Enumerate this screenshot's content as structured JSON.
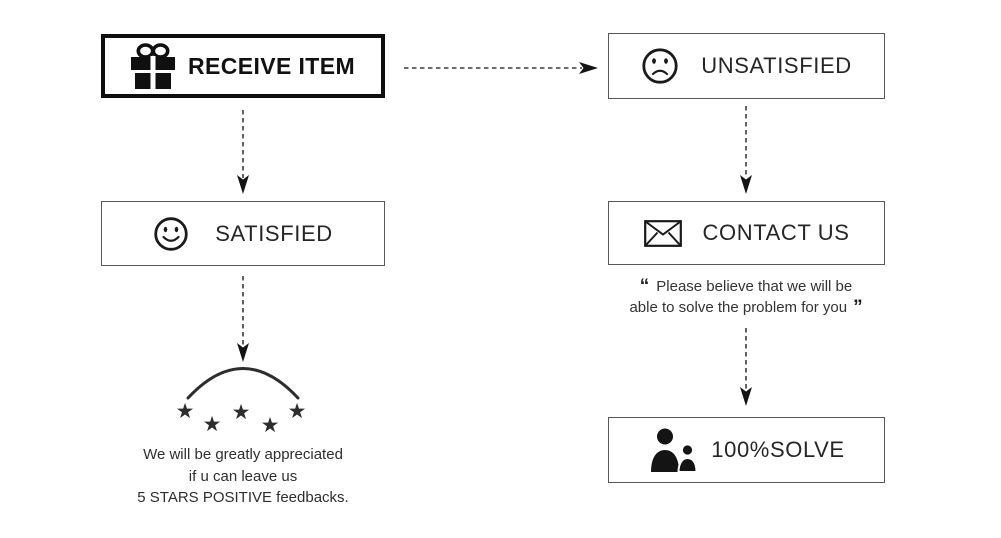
{
  "colors": {
    "background": "#ffffff",
    "ink": "#1d1d1d",
    "thick_border": "#0e0e0e",
    "thin_border": "#595959",
    "arrow": "#3c3c3c",
    "small_text": "#333333"
  },
  "nodes": {
    "receive": {
      "label": "RECEIVE ITEM",
      "icon": "gift-icon"
    },
    "unsatisfied": {
      "label": "UNSATISFIED",
      "icon": "sad-face-icon"
    },
    "satisfied": {
      "label": "SATISFIED",
      "icon": "smiley-face-icon"
    },
    "contact": {
      "label": "CONTACT US",
      "icon": "envelope-icon"
    },
    "solve": {
      "label": "100%SOLVE",
      "icon": "people-icon"
    }
  },
  "quote": {
    "open_mark": "“",
    "line1": "Please believe that we will be",
    "line2": "able to solve the problem for you",
    "close_mark": "”"
  },
  "appreciation": {
    "line1": "We will be greatly appreciated",
    "line2": "if u can leave us",
    "line3": "5 STARS POSITIVE feedbacks."
  },
  "stars": {
    "glyph": "★",
    "count": 5
  }
}
